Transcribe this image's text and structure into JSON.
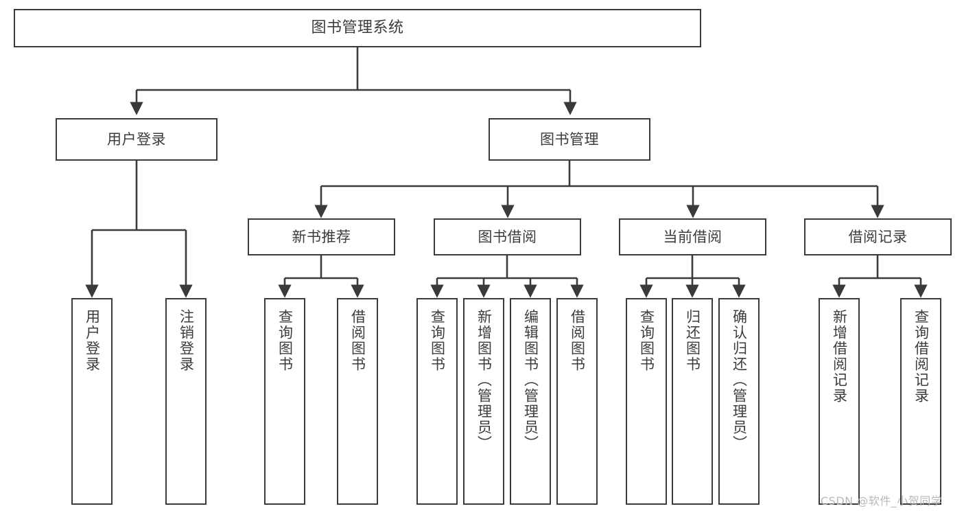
{
  "diagram": {
    "title": "图书管理系统",
    "type": "tree-hierarchy-chart",
    "orientation": "top-down",
    "box_border_color": "#3a3a3a",
    "text_color": "#3c3c3c",
    "background_color": "#ffffff",
    "connector_color": "#3a3a3a"
  },
  "nodes": {
    "root": {
      "label": "图书管理系统",
      "level": 0
    },
    "level1": [
      {
        "id": "user-login",
        "label": "用户登录",
        "level": 1
      },
      {
        "id": "book-management",
        "label": "图书管理",
        "level": 1
      }
    ],
    "level2": [
      {
        "id": "new-book-recommend",
        "label": "新书推荐",
        "level": 2,
        "parent": "book-management"
      },
      {
        "id": "book-borrow",
        "label": "图书借阅",
        "level": 2,
        "parent": "book-management"
      },
      {
        "id": "current-borrow",
        "label": "当前借阅",
        "level": 2,
        "parent": "book-management"
      },
      {
        "id": "borrow-record",
        "label": "借阅记录",
        "level": 2,
        "parent": "book-management"
      }
    ],
    "leaves": [
      {
        "id": "leaf-user-login",
        "label": "用户登录",
        "parent": "user-login"
      },
      {
        "id": "leaf-logout",
        "label": "注销登录",
        "parent": "user-login"
      },
      {
        "id": "leaf-query-book-1",
        "label": "查询图书",
        "parent": "new-book-recommend"
      },
      {
        "id": "leaf-borrow-book-1",
        "label": "借阅图书",
        "parent": "new-book-recommend"
      },
      {
        "id": "leaf-query-book-2",
        "label": "查询图书",
        "parent": "book-borrow"
      },
      {
        "id": "leaf-add-book",
        "label": "新增图书（管理员）",
        "parent": "book-borrow"
      },
      {
        "id": "leaf-edit-book",
        "label": "编辑图书（管理员）",
        "parent": "book-borrow"
      },
      {
        "id": "leaf-borrow-book-2",
        "label": "借阅图书",
        "parent": "book-borrow"
      },
      {
        "id": "leaf-query-book-3",
        "label": "查询图书",
        "parent": "current-borrow"
      },
      {
        "id": "leaf-return-book",
        "label": "归还图书",
        "parent": "current-borrow"
      },
      {
        "id": "leaf-confirm-return",
        "label": "确认归还（管理员）",
        "parent": "current-borrow"
      },
      {
        "id": "leaf-add-record",
        "label": "新增借阅记录",
        "parent": "borrow-record"
      },
      {
        "id": "leaf-query-record",
        "label": "查询借阅记录",
        "parent": "borrow-record"
      }
    ]
  },
  "watermark": {
    "text": "CSDN @软件_小贺同学"
  }
}
